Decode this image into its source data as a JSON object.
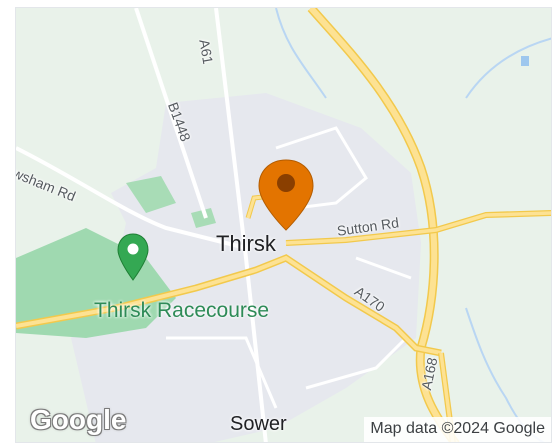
{
  "map": {
    "roads": {
      "a61": "A61",
      "b1448": "B1448",
      "newsham_rd": "Newsham Rd",
      "sutton_rd": "Sutton Rd",
      "a170": "A170",
      "a168": "A168"
    },
    "places": {
      "town": "Thirsk",
      "racecourse": "Thirsk Racecourse",
      "partial_town": "Sower"
    },
    "logo_text": "Google",
    "attribution": "Map data ©2024 Google",
    "colors": {
      "land": "#e9f2ea",
      "urban": "#e6e8ee",
      "park": "#8fd3a4",
      "major_road": "#fdd875",
      "minor_road": "#ffffff",
      "river": "#b9d6f3",
      "pin": "#e37400",
      "poi": "#34a853"
    },
    "markers": {
      "location_pin": "map-pin-icon",
      "racecourse_pin": "green-place-pin-icon"
    }
  }
}
